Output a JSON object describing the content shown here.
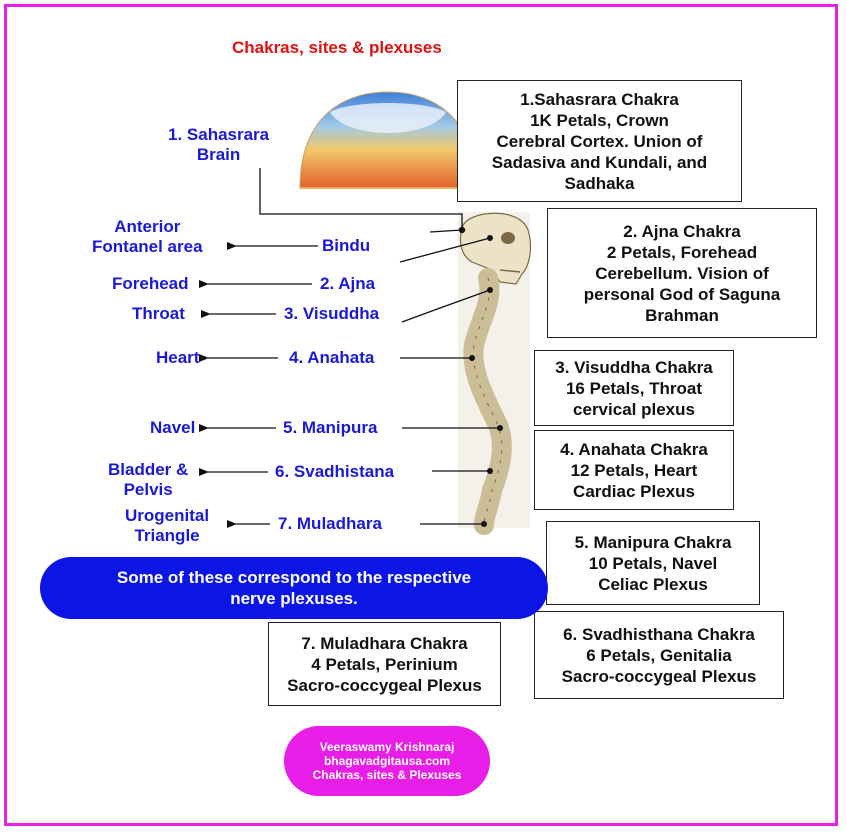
{
  "title": "Chakras, sites & plexuses",
  "left_labels": {
    "sahasrara": [
      "1. Sahasrara",
      "Brain"
    ],
    "anterior": [
      "Anterior",
      "Fontanel area"
    ],
    "forehead": "Forehead",
    "throat": "Throat",
    "heart": "Heart",
    "navel": "Navel",
    "bladder": [
      "Bladder &",
      "Pelvis"
    ],
    "urogenital": [
      "Urogenital",
      "Triangle"
    ]
  },
  "chakra_labels": {
    "bindu": "Bindu",
    "ajna": "2. Ajna",
    "visuddha": "3. Visuddha",
    "anahata": "4. Anahata",
    "manipura": "5. Manipura",
    "svadhistana": "6. Svadhistana",
    "muladhara": "7. Muladhara"
  },
  "boxes": {
    "b1": [
      "1.Sahasrara Chakra",
      "1K Petals, Crown",
      "Cerebral Cortex. Union of",
      "Sadasiva and Kundali, and",
      "Sadhaka"
    ],
    "b2": [
      "2. Ajna Chakra",
      "2 Petals, Forehead",
      "Cerebellum. Vision of",
      "personal God of Saguna",
      "Brahman"
    ],
    "b3": [
      "3. Visuddha Chakra",
      "16 Petals, Throat",
      "cervical plexus"
    ],
    "b4": [
      "4. Anahata Chakra",
      "12 Petals, Heart",
      "Cardiac Plexus"
    ],
    "b5": [
      "5. Manipura Chakra",
      "10 Petals, Navel",
      "Celiac Plexus"
    ],
    "b6": [
      "6. Svadhisthana Chakra",
      "6 Petals, Genitalia",
      "Sacro-coccygeal Plexus"
    ],
    "b7": [
      "7. Muladhara Chakra",
      "4 Petals, Perinium",
      "Sacro-coccygeal Plexus"
    ]
  },
  "note": [
    "Some of these correspond to the respective",
    "nerve plexuses."
  ],
  "credit": [
    "Veeraswamy Krishnaraj",
    "bhagavadgitausa.com",
    "Chakras, sites & Plexuses"
  ],
  "colors": {
    "frame": "#e620e6",
    "title": "#e01010",
    "label": "#1a1ad6",
    "note_bg": "#0b16e6",
    "credit_bg": "#e81ee8"
  }
}
